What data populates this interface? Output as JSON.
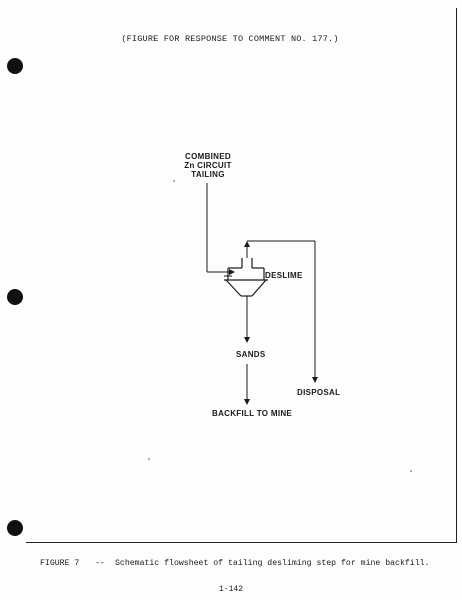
{
  "header": {
    "note": "(FIGURE FOR RESPONSE TO COMMENT  NO. 177.)"
  },
  "diagram": {
    "labels": {
      "combined_line1": "COMBINED",
      "combined_line2": "Zn CIRCUIT",
      "combined_line3": "TAILING",
      "deslime": "DESLIME",
      "sands": "SANDS",
      "disposal": "DISPOSAL",
      "backfill": "BACKFILL TO MINE"
    },
    "icons": [
      "cyclone-deslime-icon",
      "flow-arrow-icon"
    ]
  },
  "caption": {
    "figure": "FIGURE 7",
    "dash": "--",
    "text": "Schematic flowsheet of tailing desliming step for mine backfill."
  },
  "footer": {
    "page_number": "1-142"
  },
  "colors": {
    "ink": "#1a1a1a",
    "paper": "#fdfdfb",
    "punch_hole": "#111111"
  }
}
